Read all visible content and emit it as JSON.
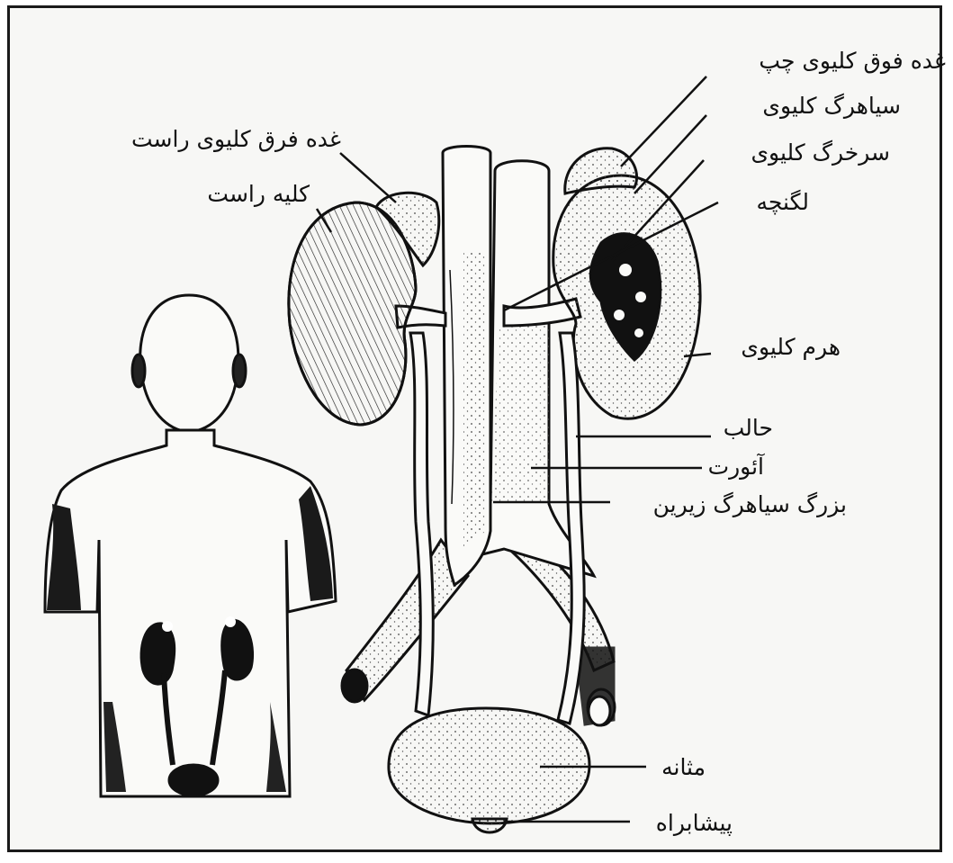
{
  "labels": {
    "left_adrenal": "غده فوق کلیوی چپ",
    "renal_vein": "سیاهرگ کلیوی",
    "renal_artery": "سرخرگ کلیوی",
    "renal_pelvis": "لگنچه",
    "right_adrenal": "غده فرق کلیوی راست",
    "right_kidney": "کلیه راست",
    "renal_pyramid": "هرم کلیوی",
    "ureter": "حالب",
    "aorta": "آئورت",
    "inferior_vena_cava": "بزرگ سیاهرگ زیرین",
    "bladder": "مثانه",
    "urethra": "پیشابراه"
  },
  "colors": {
    "ink": "#111111",
    "paper": "#f7f7f5",
    "organ": "#fafaf8"
  }
}
